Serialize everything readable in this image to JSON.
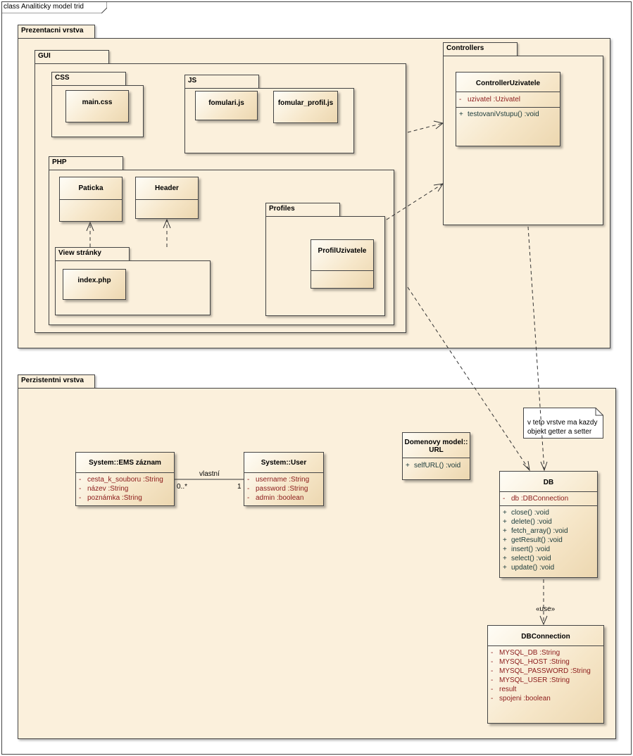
{
  "frame": {
    "title": "class Analiticky model trid"
  },
  "packages": {
    "prezentacni": "Prezentacni vrstva",
    "gui": "GUI",
    "css": "CSS",
    "js": "JS",
    "php": "PHP",
    "view": "View stránky",
    "profiles": "Profiles",
    "controllers": "Controllers",
    "perzistentni": "Perzistentni vrstva"
  },
  "classes": {
    "main_css": "main.css",
    "fomulari_js": "fomulari.js",
    "fomular_profil_js": "fomular_profil.js",
    "paticka": "Paticka",
    "header": "Header",
    "index_php": "index.php",
    "profil_uzivatele": "ProfilUzivatele",
    "controller": {
      "name": "ControllerUzivatele",
      "attributes": [
        {
          "vis": "-",
          "text": "uzivatel  :Uzivatel"
        }
      ],
      "operations": [
        {
          "vis": "+",
          "text": "testovaniVstupu()  :void"
        }
      ]
    },
    "ems": {
      "name": "System::EMS záznam",
      "attributes": [
        {
          "vis": "-",
          "text": "cesta_k_souboru  :String"
        },
        {
          "vis": "-",
          "text": "název  :String"
        },
        {
          "vis": "-",
          "text": "poznámka  :String"
        }
      ]
    },
    "user": {
      "name": "System::User",
      "attributes": [
        {
          "vis": "-",
          "text": "username  :String"
        },
        {
          "vis": "-",
          "text": "password  :String"
        },
        {
          "vis": "-",
          "text": "admin  :boolean"
        }
      ]
    },
    "url": {
      "name_line1": "Domenovy model::",
      "name_line2": "URL",
      "operations": [
        {
          "vis": "+",
          "text": "selfURL()  :void"
        }
      ]
    },
    "db": {
      "name": "DB",
      "attributes": [
        {
          "vis": "-",
          "text": "db  :DBConnection"
        }
      ],
      "operations": [
        {
          "vis": "+",
          "text": "close()  :void"
        },
        {
          "vis": "+",
          "text": "delete()  :void"
        },
        {
          "vis": "+",
          "text": "fetch_array()  :void"
        },
        {
          "vis": "+",
          "text": "getResult()  :void"
        },
        {
          "vis": "+",
          "text": "insert()  :void"
        },
        {
          "vis": "+",
          "text": "select()  :void"
        },
        {
          "vis": "+",
          "text": "update()  :void"
        }
      ]
    },
    "dbconn": {
      "name": "DBConnection",
      "attributes": [
        {
          "vis": "-",
          "text": "MYSQL_DB  :String"
        },
        {
          "vis": "-",
          "text": "MYSQL_HOST  :String"
        },
        {
          "vis": "-",
          "text": "MYSQL_PASSWORD  :String"
        },
        {
          "vis": "-",
          "text": "MYSQL_USER  :String"
        },
        {
          "vis": "-",
          "text": "result"
        },
        {
          "vis": "-",
          "text": "spojeni  :boolean"
        }
      ]
    }
  },
  "note": {
    "line1": "v teto vrstve ma kazdy",
    "line2": "objekt getter a setter"
  },
  "association": {
    "name": "vlastní",
    "mult_left": "0..*",
    "mult_right": "1"
  },
  "dependency": {
    "stereotype": "«use»"
  }
}
